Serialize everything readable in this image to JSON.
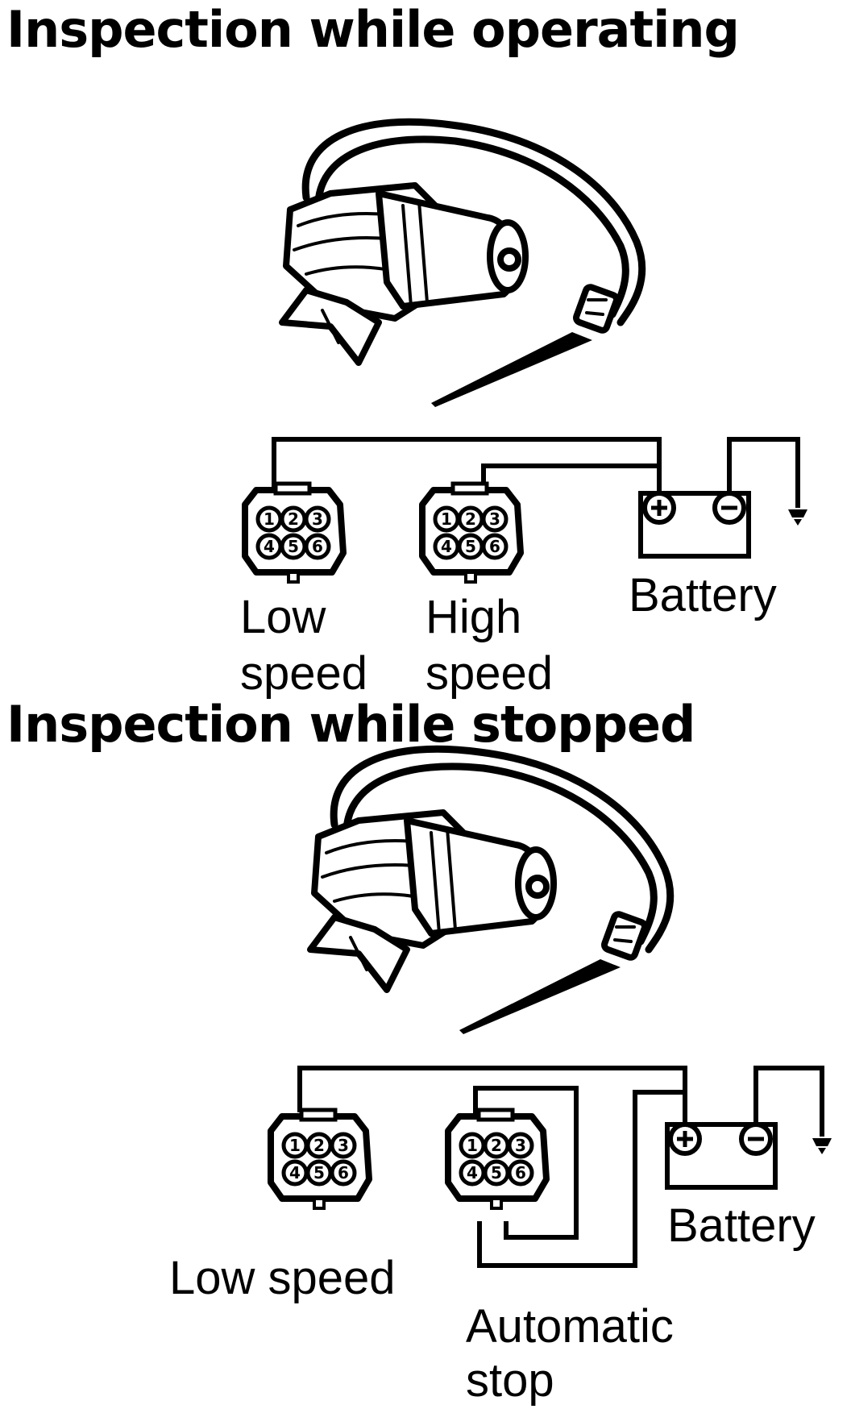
{
  "sections": [
    {
      "heading": "Inspection while operating",
      "connector_left_label_1": "Low",
      "connector_left_label_2": "speed",
      "connector_right_label_1": "High",
      "connector_right_label_2": "speed",
      "battery_label": "Battery",
      "pins": [
        "1",
        "2",
        "3",
        "4",
        "5",
        "6"
      ]
    },
    {
      "heading": "Inspection while stopped",
      "connector_left_label": "Low speed",
      "connector_right_label_1": "Automatic",
      "connector_right_label_2": "stop",
      "battery_label": "Battery",
      "pins": [
        "1",
        "2",
        "3",
        "4",
        "5",
        "6"
      ]
    }
  ],
  "icons": [
    "wiper-motor-icon",
    "connector-icon",
    "battery-icon",
    "ground-icon"
  ]
}
